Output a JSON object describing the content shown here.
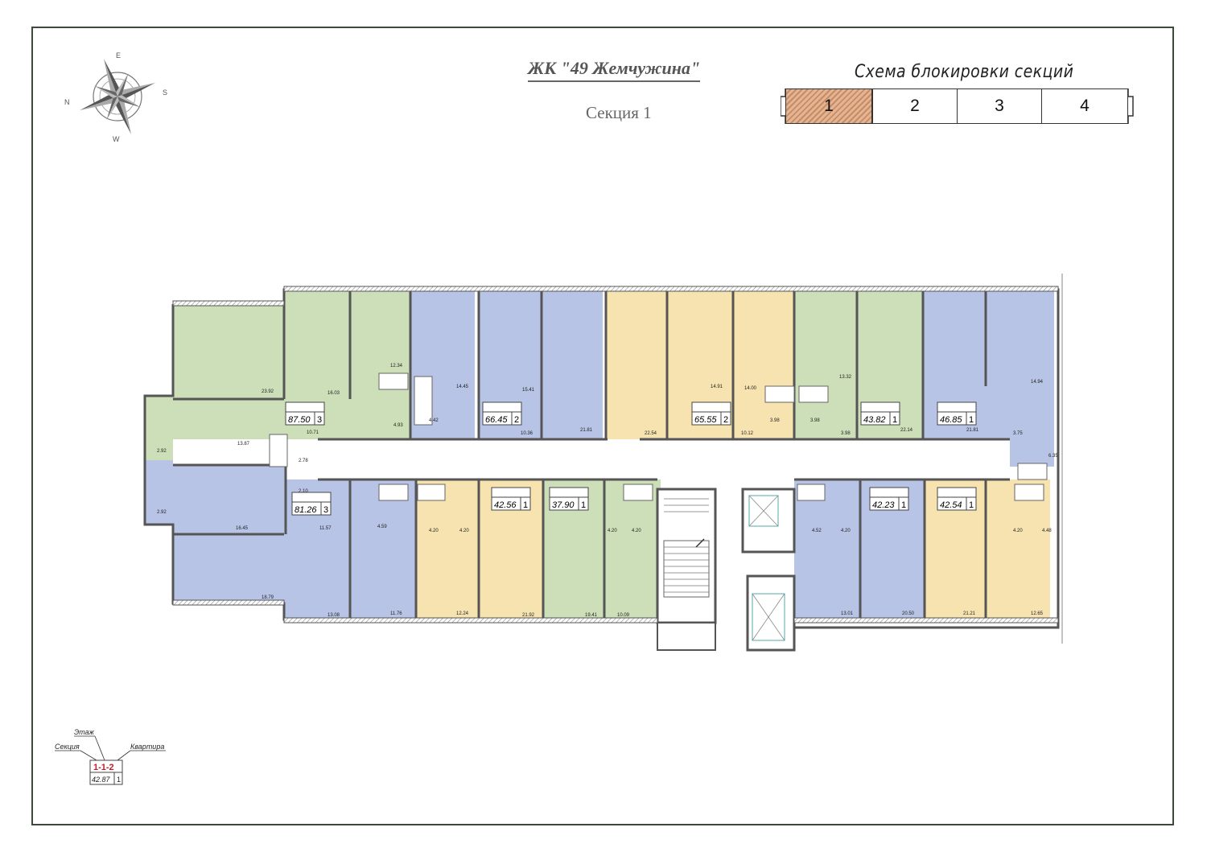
{
  "header": {
    "title": "ЖК \"49 Жемчужина\"",
    "subtitle": "Секция 1"
  },
  "scheme": {
    "title": "Схема блокировки секций",
    "sections": [
      "1",
      "2",
      "3",
      "4"
    ],
    "active": "1"
  },
  "compass": {
    "letters": [
      "E",
      "S",
      "W",
      "N"
    ]
  },
  "colors": {
    "one_room_blue": "#b8c4e6",
    "two_room_yellow": "#f6e3b0",
    "three_room_green": "#cddfb8",
    "wall": "#555555",
    "hatch": "#c98b66"
  },
  "apartments": [
    {
      "area": "87.50",
      "rooms": "3"
    },
    {
      "area": "66.45",
      "rooms": "2"
    },
    {
      "area": "65.55",
      "rooms": "2"
    },
    {
      "area": "43.82",
      "rooms": "1"
    },
    {
      "area": "46.85",
      "rooms": "1"
    },
    {
      "area": "81.26",
      "rooms": "3"
    },
    {
      "area": "42.56",
      "rooms": "1"
    },
    {
      "area": "37.90",
      "rooms": "1"
    },
    {
      "area": "42.23",
      "rooms": "1"
    },
    {
      "area": "42.54",
      "rooms": "1"
    }
  ],
  "room_areas": [
    "23.92",
    "16.03",
    "12.34",
    "14.45",
    "15.41",
    "14.91",
    "14.00",
    "13.32",
    "14.94",
    "13.87",
    "10.71",
    "4.93",
    "4.42",
    "10.36",
    "21.81",
    "22.54",
    "10.12",
    "3.98",
    "3.98",
    "3.98",
    "22.14",
    "21.81",
    "3.75",
    "6.35",
    "2.92",
    "2.78",
    "2.92",
    "2.10",
    "16.45",
    "11.57",
    "4.59",
    "4.20",
    "4.20",
    "4.20",
    "4.20",
    "4.52",
    "4.20",
    "4.20",
    "4.48",
    "18.79",
    "13.08",
    "11.76",
    "12.24",
    "21.92",
    "19.41",
    "10.09",
    "13.01",
    "20.50",
    "21.21",
    "12.65"
  ],
  "legend": {
    "floor_label": "Этаж",
    "section_label": "Секция",
    "apartment_label": "Квартира",
    "code": "1-1-2",
    "area": "42.87",
    "rooms": "1"
  }
}
